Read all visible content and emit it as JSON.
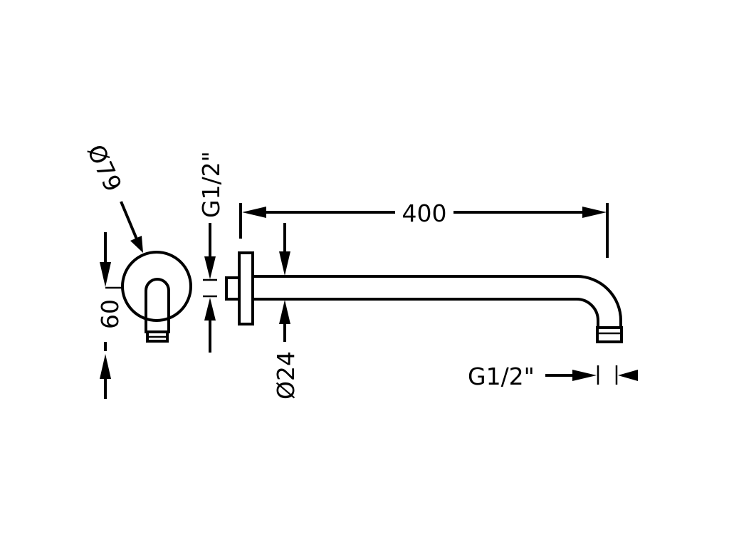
{
  "dimensions": {
    "wall_plate_diameter": "Ø79",
    "wall_plate_height": "60",
    "inlet_thread": "G1/2\"",
    "arm_length": "400",
    "arm_diameter": "Ø24",
    "outlet_thread": "G1/2\""
  },
  "colors": {
    "line": "#000000",
    "background": "#ffffff"
  }
}
